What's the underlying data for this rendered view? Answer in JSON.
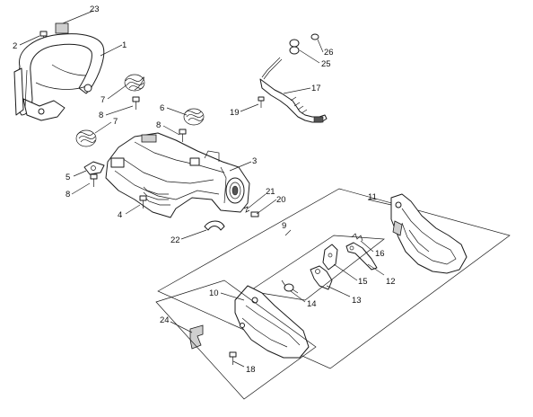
{
  "diagram": {
    "labels": {
      "p1": "1",
      "p2": "2",
      "p3": "3",
      "p4": "4",
      "p5": "5",
      "p6": "6",
      "p7a": "7",
      "p7b": "7",
      "p8a": "8",
      "p8b": "8",
      "p8c": "8",
      "p9": "9",
      "p10": "10",
      "p11": "11",
      "p12": "12",
      "p13": "13",
      "p14": "14",
      "p15": "15",
      "p16": "16",
      "p17": "17",
      "p18": "18",
      "p19": "19",
      "p20": "20",
      "p21": "21",
      "p22": "22",
      "p23": "23",
      "p24": "24",
      "p25": "25",
      "p26": "26"
    }
  }
}
